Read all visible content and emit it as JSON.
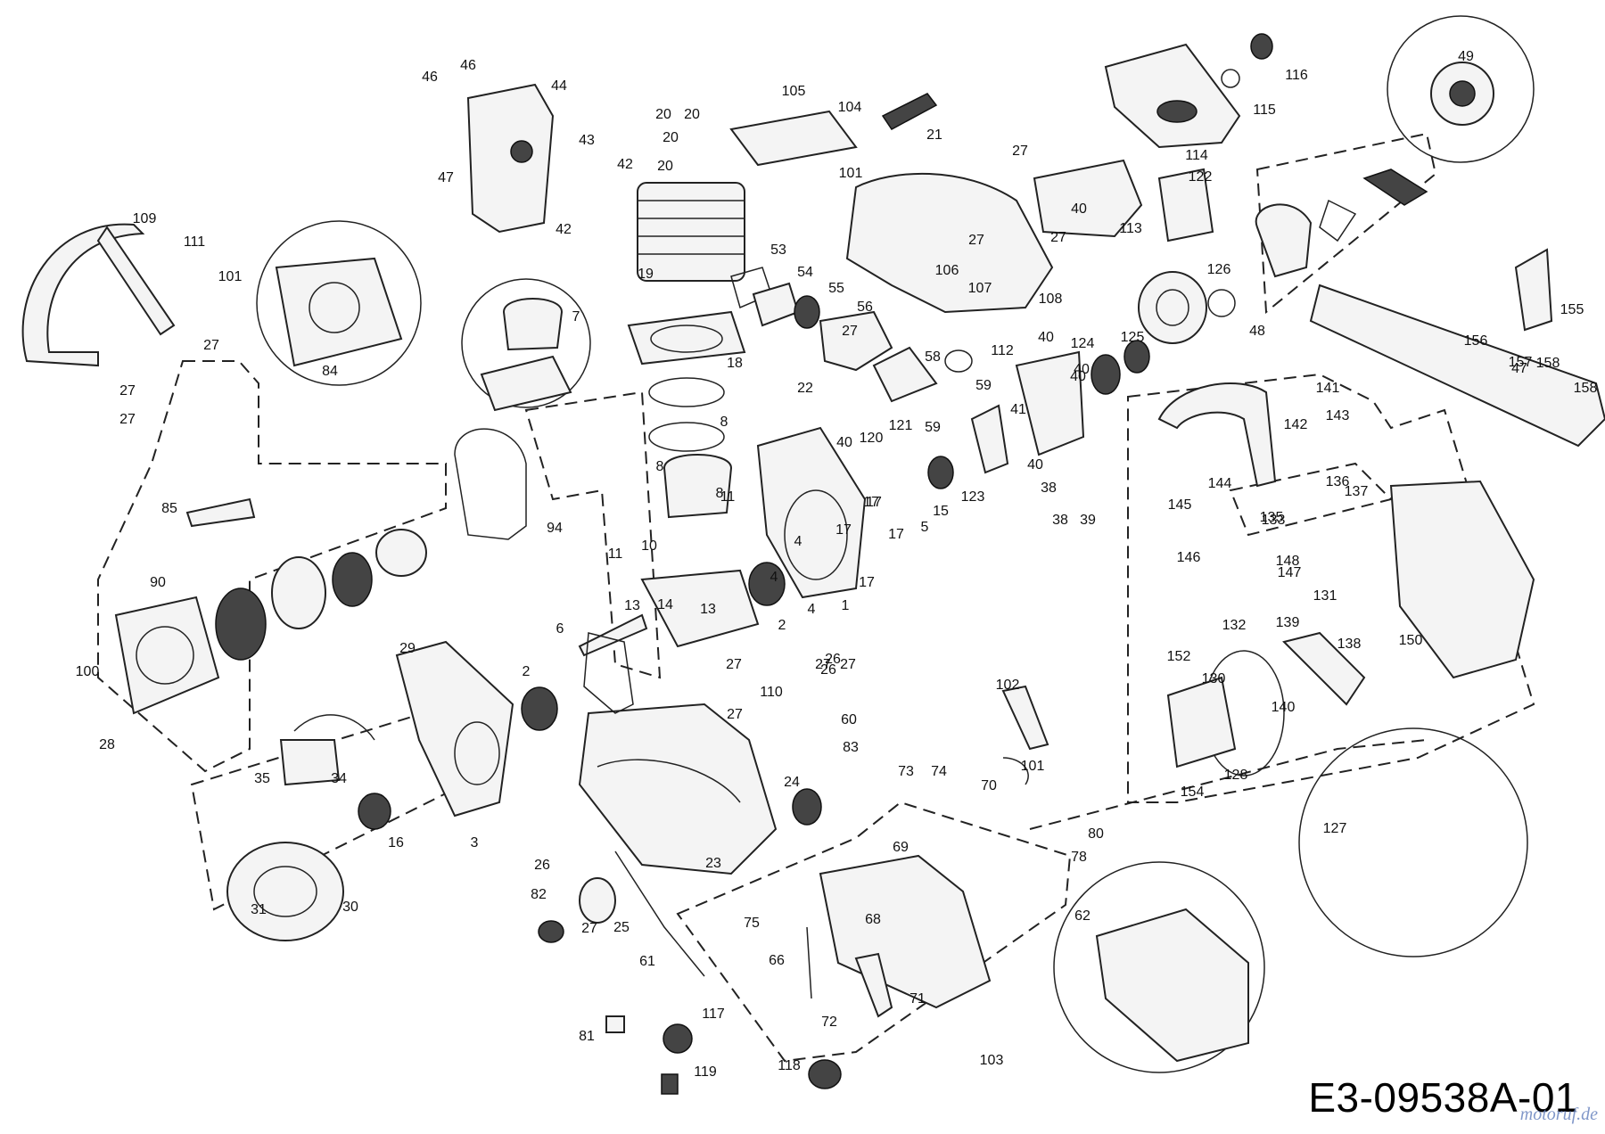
{
  "diagram": {
    "code": "E3-09538A-01",
    "watermark": "motoruf.de",
    "labels": [
      "1",
      "2",
      "2",
      "3",
      "4",
      "4",
      "4",
      "5",
      "6",
      "7",
      "8",
      "8",
      "8",
      "10",
      "11",
      "11",
      "13",
      "13",
      "14",
      "15",
      "16",
      "17",
      "17",
      "17",
      "17",
      "17",
      "18",
      "19",
      "20",
      "20",
      "20",
      "20",
      "21",
      "22",
      "23",
      "24",
      "25",
      "26",
      "26",
      "26",
      "27",
      "27",
      "27",
      "27",
      "27",
      "27",
      "27",
      "27",
      "27",
      "27",
      "27",
      "27",
      "28",
      "29",
      "30",
      "31",
      "34",
      "35",
      "38",
      "38",
      "39",
      "40",
      "40",
      "40",
      "40",
      "40",
      "40",
      "41",
      "42",
      "42",
      "43",
      "44",
      "46",
      "46",
      "47",
      "47",
      "48",
      "49",
      "53",
      "54",
      "55",
      "56",
      "58",
      "59",
      "59",
      "60",
      "61",
      "62",
      "66",
      "68",
      "69",
      "70",
      "71",
      "72",
      "73",
      "74",
      "75",
      "78",
      "80",
      "81",
      "82",
      "83",
      "84",
      "85",
      "90",
      "94",
      "100",
      "101",
      "101",
      "101",
      "102",
      "103",
      "104",
      "105",
      "106",
      "107",
      "108",
      "109",
      "110",
      "111",
      "112",
      "113",
      "114",
      "115",
      "116",
      "117",
      "118",
      "119",
      "120",
      "121",
      "122",
      "123",
      "124",
      "125",
      "126",
      "127",
      "128",
      "130",
      "131",
      "132",
      "133",
      "135",
      "136",
      "137",
      "138",
      "139",
      "140",
      "141",
      "142",
      "143",
      "144",
      "145",
      "146",
      "147",
      "148",
      "150",
      "152",
      "154",
      "155",
      "156",
      "157",
      "158",
      "158"
    ]
  }
}
